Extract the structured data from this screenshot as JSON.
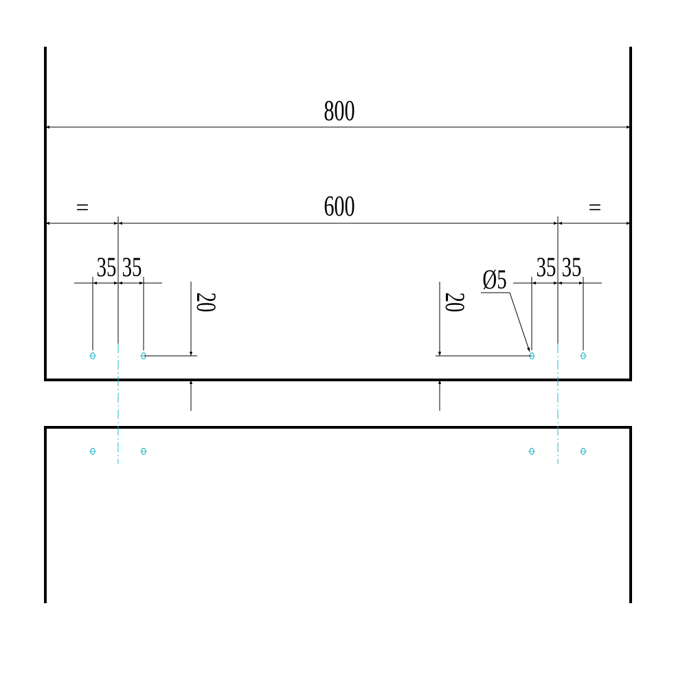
{
  "colors": {
    "background": "#ffffff",
    "outline": "#000000",
    "dimension": "#000000",
    "hole": "#22b8c8",
    "centerline": "#22b8c8"
  },
  "dimensions": {
    "overall_width": "800",
    "hole_spacing": "600",
    "equal_left": "=",
    "equal_right": "=",
    "offset_left_a": "35",
    "offset_left_b": "35",
    "offset_right_a": "35",
    "offset_right_b": "35",
    "edge_left": "20",
    "edge_right": "20",
    "hole_diameter": "Ø5"
  }
}
